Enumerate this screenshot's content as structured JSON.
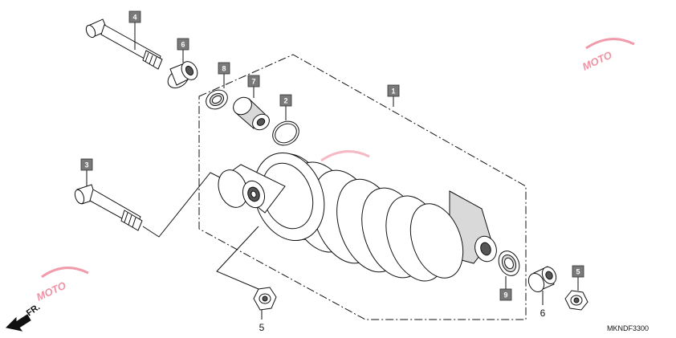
{
  "diagram_code": "MKNDF3300",
  "direction_label": "FR.",
  "watermark_text": "MOTO",
  "callouts": [
    {
      "id": "1",
      "label": "1"
    },
    {
      "id": "2",
      "label": "2"
    },
    {
      "id": "3",
      "label": "3"
    },
    {
      "id": "4",
      "label": "4"
    },
    {
      "id": "5",
      "label": "5"
    },
    {
      "id": "6",
      "label": "6"
    },
    {
      "id": "7",
      "label": "7"
    },
    {
      "id": "8",
      "label": "8"
    },
    {
      "id": "9",
      "label": "9"
    }
  ],
  "plain_labels": {
    "nut_left": "5",
    "collar_right": "6"
  },
  "colors": {
    "callout_fill": "#7a7a7a",
    "watermark": "#e33a5a"
  }
}
